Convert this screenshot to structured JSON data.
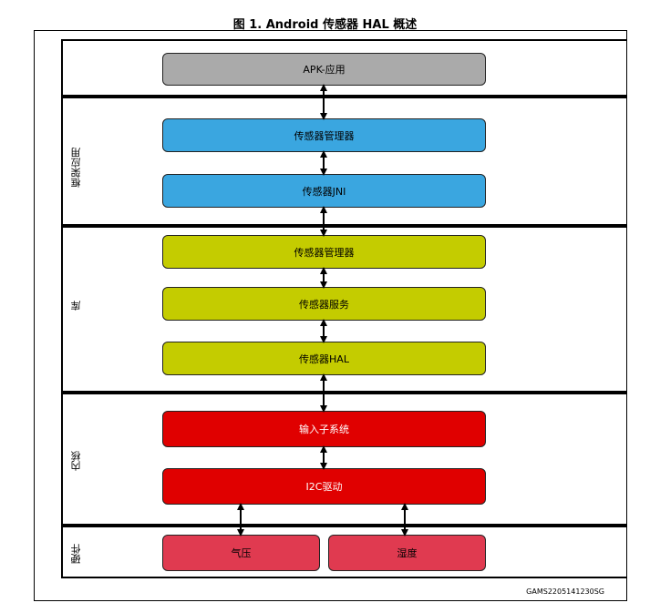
{
  "title": "图 1. Android 传感器 HAL 概述",
  "layers": {
    "framework": "框架应用",
    "library": "库",
    "kernel": "内核",
    "hardware": "硬件"
  },
  "boxes": {
    "apk": "APK-应用",
    "sensor_manager_fw": "传感器管理器",
    "sensor_jni": "传感器JNI",
    "sensor_manager_lib": "传感器管理器",
    "sensor_service": "传感器服务",
    "sensor_hal": "传感器HAL",
    "input_subsystem": "输入子系统",
    "i2c_driver": "I2C驱动",
    "barometer": "气压",
    "humidity": "湿度"
  },
  "footer": "GAMS2205141230SG"
}
